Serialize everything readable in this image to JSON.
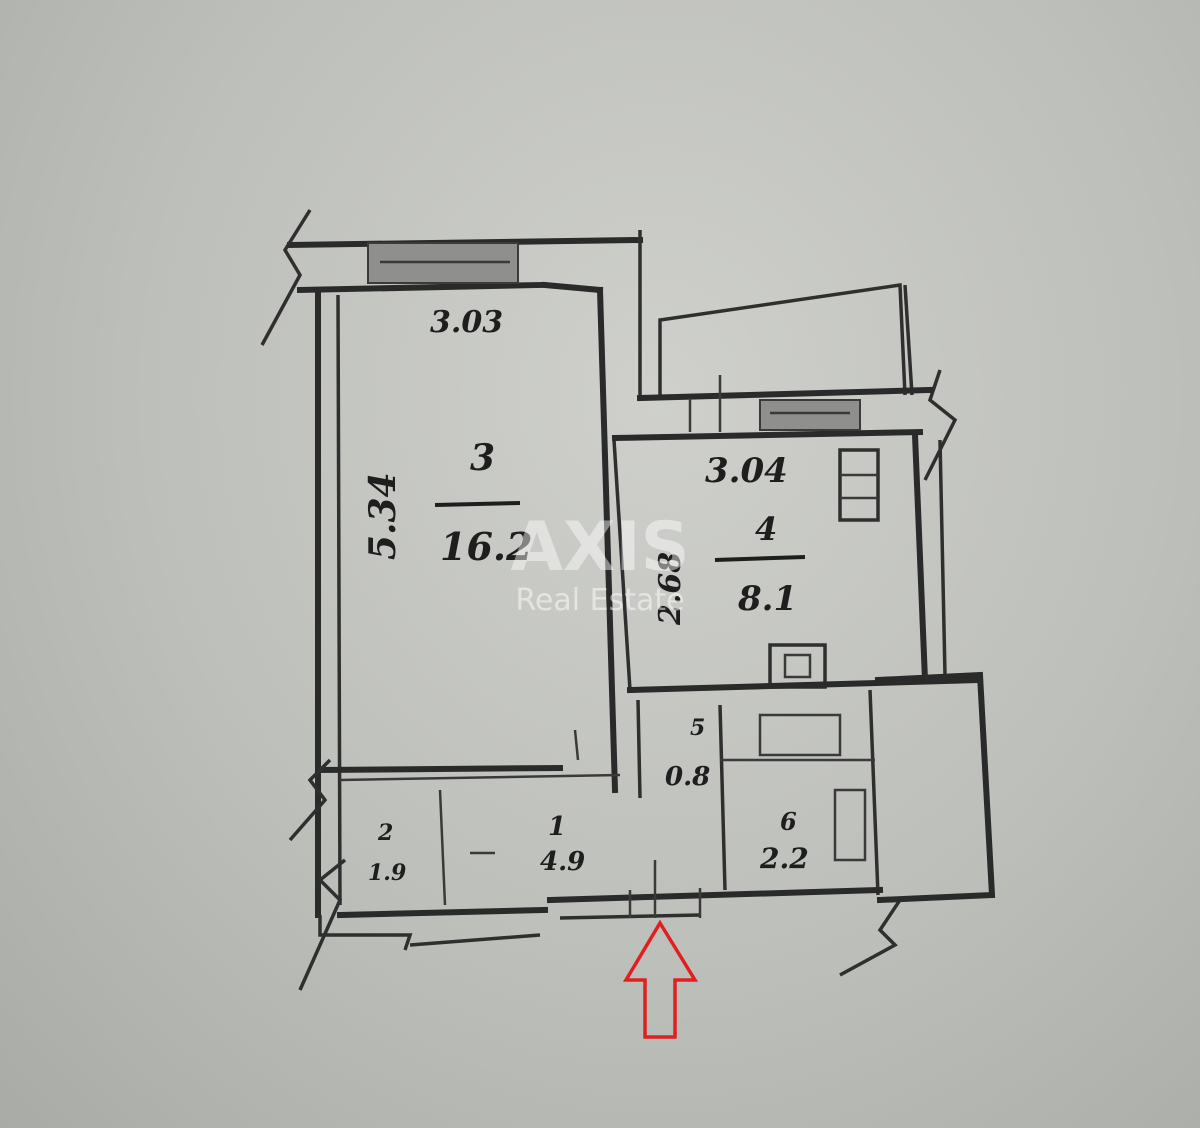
{
  "plan": {
    "rooms": [
      {
        "id": "3",
        "number": "3",
        "area": "16.2",
        "width_dim": "3.03",
        "length_dim": "5.34"
      },
      {
        "id": "4",
        "number": "4",
        "area": "8.1",
        "width_dim": "3.04",
        "length_dim": "2.68"
      },
      {
        "id": "2",
        "number": "2",
        "area": "1.9"
      },
      {
        "id": "1",
        "number": "1",
        "area": "4.9"
      },
      {
        "id": "5",
        "number": "5",
        "area": "0.8"
      },
      {
        "id": "6",
        "number": "6",
        "area": "2.2"
      }
    ],
    "entrance_marker": {
      "icon": "arrow-up-icon",
      "color": "#e02020"
    }
  },
  "watermark": {
    "brand": "AXIS",
    "subtitle": "Real Estate"
  }
}
